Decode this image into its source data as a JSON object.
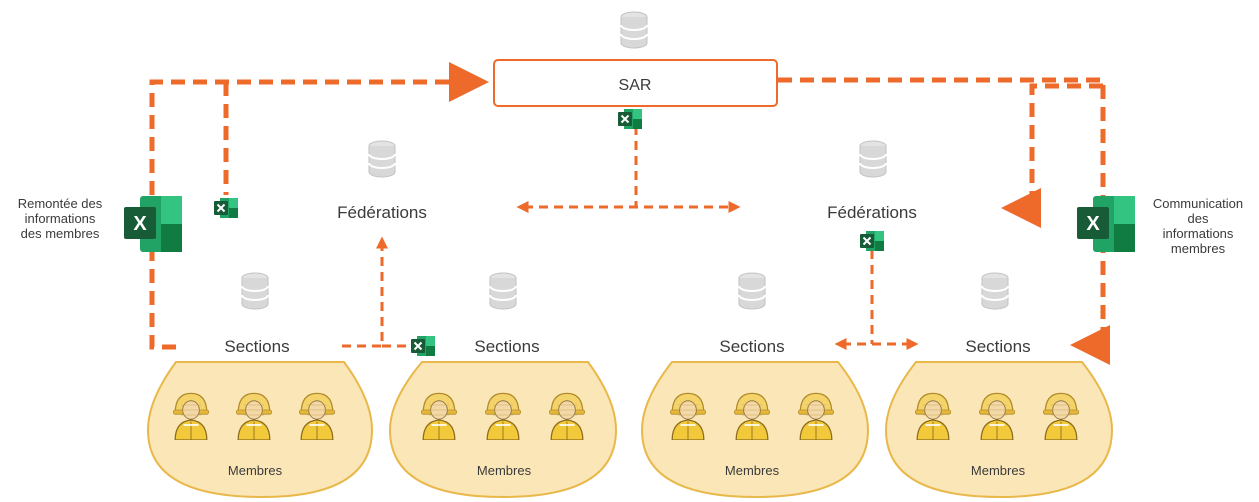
{
  "diagram": {
    "top_node": {
      "label": "SAR"
    },
    "federations": [
      {
        "label": "Fédérations"
      },
      {
        "label": "Fédérations"
      }
    ],
    "sections": [
      {
        "label": "Sections",
        "members_label": "Membres"
      },
      {
        "label": "Sections",
        "members_label": "Membres"
      },
      {
        "label": "Sections",
        "members_label": "Membres"
      },
      {
        "label": "Sections",
        "members_label": "Membres"
      }
    ],
    "left_annotation": {
      "lines": [
        "Remontée des",
        "informations",
        "des membres"
      ]
    },
    "right_annotation": {
      "lines": [
        "Communication",
        "des",
        "informations",
        "membres"
      ]
    },
    "excel_icon_letter": "X",
    "colors": {
      "arrow": "#ee6a2b",
      "node_border": "#ee6a2b",
      "member_bg": "#fbe6b8",
      "member_border": "#e8b84a",
      "person_yellow": "#f1c93a",
      "excel_green": "#1f8a45",
      "database_gray": "#cfcfcf",
      "text": "#3b3b3b"
    }
  }
}
